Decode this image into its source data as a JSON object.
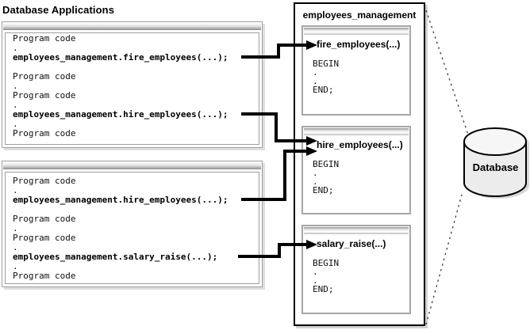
{
  "page_title": "Database Applications",
  "apps": [
    {
      "name": "database-application-1",
      "lines": [
        {
          "text": "Program code"
        },
        {
          "text": "."
        },
        {
          "text": "employees_management.fire_employees(...);",
          "bold": true
        },
        {
          "text": ""
        },
        {
          "text": "Program code"
        },
        {
          "text": "."
        },
        {
          "text": "Program code"
        },
        {
          "text": "."
        },
        {
          "text": "employees_management.hire_employees(...);",
          "bold": true
        },
        {
          "text": "."
        },
        {
          "text": "Program code"
        }
      ]
    },
    {
      "name": "database-application-2",
      "lines": [
        {
          "text": "Program code"
        },
        {
          "text": "."
        },
        {
          "text": "employees_management.hire_employees(...);",
          "bold": true
        },
        {
          "text": ""
        },
        {
          "text": "Program code"
        },
        {
          "text": "."
        },
        {
          "text": "Program code"
        },
        {
          "text": "."
        },
        {
          "text": "employees_management.salary_raise(...);",
          "bold": true
        },
        {
          "text": "."
        },
        {
          "text": "Program code"
        }
      ]
    }
  ],
  "package": {
    "title": "employees_management",
    "procedures": [
      {
        "title": "fire_employees(...)",
        "body": [
          "BEGIN",
          ".",
          ".",
          "END;"
        ]
      },
      {
        "title": "hire_employees(...)",
        "body": [
          "BEGIN",
          ".",
          ".",
          "END;"
        ]
      },
      {
        "title": "salary_raise(...)",
        "body": [
          "BEGIN",
          ".",
          ".",
          "END;"
        ]
      }
    ]
  },
  "database": {
    "label": "Database"
  },
  "connections": [
    {
      "from": "application-1: employees_management.fire_employees(...);",
      "to": "package procedure fire_employees(...)"
    },
    {
      "from": "application-1: employees_management.hire_employees(...);",
      "to": "package procedure hire_employees(...)"
    },
    {
      "from": "application-2: employees_management.hire_employees(...);",
      "to": "package procedure hire_employees(...)"
    },
    {
      "from": "application-2: employees_management.salary_raise(...);",
      "to": "package procedure salary_raise(...)"
    },
    {
      "from": "package employees_management",
      "to": "Database",
      "style": "dashed"
    }
  ],
  "colors": {
    "box_border_gray": "#9f9f9f",
    "package_border": "#000000",
    "shadow": "#d2d2d2",
    "cylinder_fill": "#ececec",
    "arrow": "#000000"
  }
}
